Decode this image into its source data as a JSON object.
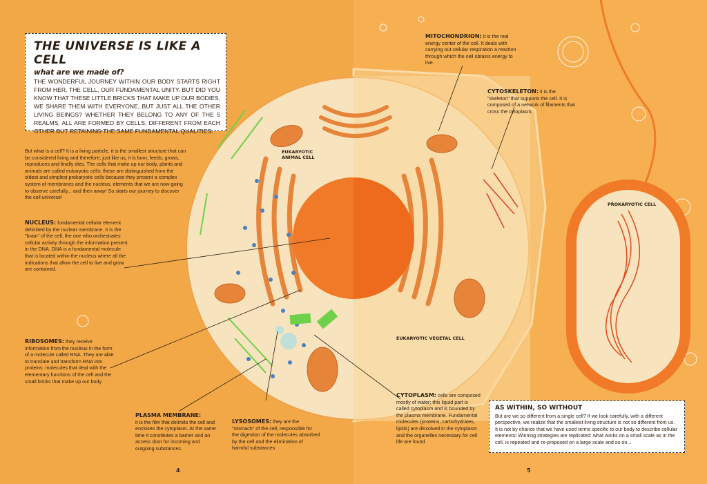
{
  "title_box": {
    "title": "THE UNIVERSE IS LIKE A CELL",
    "subtitle": "what are we made of?",
    "body": "THE WONDERFUL JOURNEY WITHIN OUR BODY STARTS RIGHT FROM HER, THE CELL, OUR FUNDAMENTAL UNITY. BUT DID YOU KNOW THAT THESE LITTLE BRICKS THAT MAKE UP OUR BODIES, WE SHARE THEM WITH EVERYONE, BUT JUST ALL THE OTHER LIVING BEINGS? WHETHER THEY BELONG TO ANY OF THE 5 REALMS, ALL ARE FORMED BY CELLS; DIFFERENT FROM EACH OTHER BUT RETAINING THE SAME FUNDAMENTAL QUALITIES."
  },
  "intro": "But what is a cell? It is a living particle, it is the smallest structure that can be considered living and therefore, just like us, it is born, feeds, grows, reproduces and finally dies. The cells that make up our body, plants and animals are called eukaryotic cells; these are distinguished from the oldest and simplest prokaryotic cells because they present a complex system of membranes and the nucleus, elements that we are now going to observe carefully... and then away! So starts our journey to discover the cell universe!",
  "nucleus": {
    "label": "NUCLEUS:",
    "text": " fundamental cellular element delimited by the nuclear membrane. It is the \"brain\" of the cell, the one who orchestrates cellular activity through the information present in the DNA. DNA is a fundamental molecule that is located within the nucleus where all the indications that allow the cell to live and grow are contained."
  },
  "ribosomes": {
    "label": "RIBOSOMES:",
    "text": " they receive information from the nucleus in the form of a molecule called RNA. They are able to translate and transform RNA into proteins: molecules that deal with the elementary functions of the cell and the small bricks that make up our body."
  },
  "plasma_membrane": {
    "label": "PLASMA MEMBRANE:",
    "text": "it is the film that delimits the cell and encloses the cytoplasm. At the same time it constitutes a barrier and an access door for incoming and outgoing substances."
  },
  "lysosomes": {
    "label": "LYSOSOMES:",
    "text": " they are the \"stomach\" of the cell, responsible for the digestion of the molecules absorbed by the cell and the elimination of harmful substances"
  },
  "cytoplasm": {
    "label": "CYTOPLASM:",
    "text": " cells are composed mostly of water; this liquid part is called cytoplasm and is bounded by the plasma membrane. Fundamental molecules (proteins, carbohydrates, lipids) are dissolved in the cytoplasm and the organelles necessary for cell life are found."
  },
  "mitochondrion": {
    "label": "MITOCHONDRION:",
    "text": " it is the real energy center of the cell. It deals with carrying out cellular respiration a reaction through which the cell obtains energy to live."
  },
  "cytoskeleton": {
    "label": "CYTOSKELETON:",
    "text": " it is the \"skeleton\" that supports the cell. It is composed of a network of filaments that cross the cytoplasm."
  },
  "as_within": {
    "title": "AS WITHIN, SO WITHOUT",
    "body": "But are we so different from a single cell? If we look carefully, with a different perspective, we realize that the smallest living structure is not so different from us. It is not by chance that we have used terms specific to our body to describe cellular elements! Winning strategies are replicated: what works on a small scale as in the cell, is repeated and re-proposed on a large scale and so on..."
  },
  "cell_labels": {
    "animal": "EUKARYOTIC ANIMAL CELL",
    "vegetal": "EUKARYOTIC VEGETAL CELL",
    "prokaryotic": "PROKARYOTIC CELL"
  },
  "page_numbers": {
    "left": "4",
    "right": "5"
  },
  "colors": {
    "background": "#f3a847",
    "cell": "#f7e3bd",
    "nucleus": "#ee6a1c",
    "organelle": "#e6843a",
    "ribosome": "#4a7fc1",
    "filament": "#6fd04a"
  }
}
